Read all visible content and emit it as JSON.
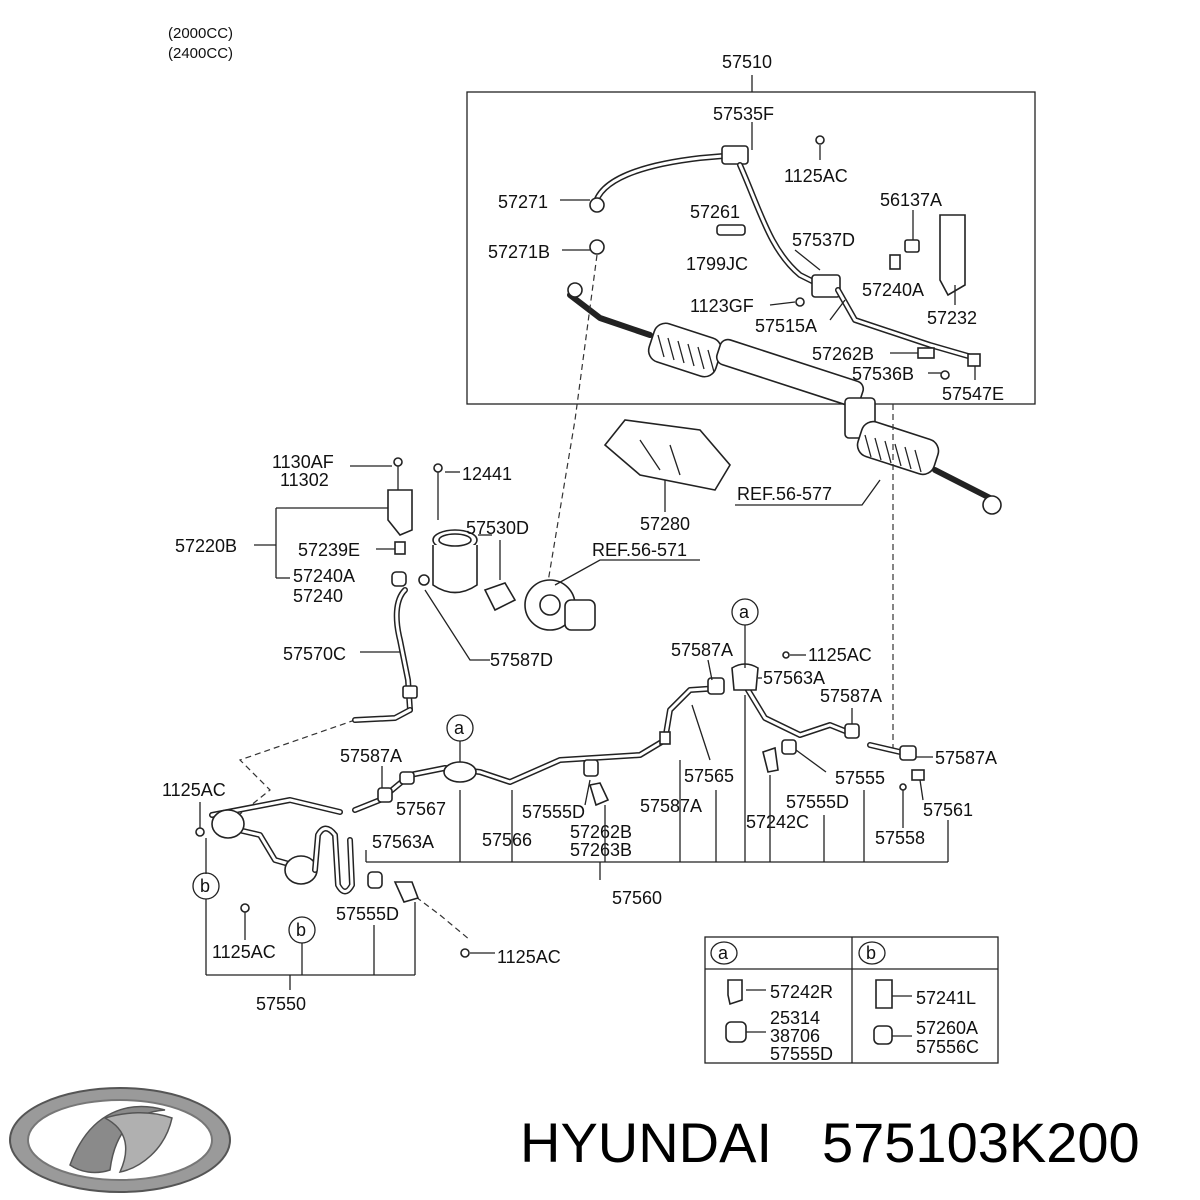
{
  "engine_notes": [
    "(2000CC)",
    "(2400CC)"
  ],
  "brand": {
    "name": "HYUNDAI",
    "part_number": "575103K200"
  },
  "labels": {
    "p57510": "57510",
    "p57535F": "57535F",
    "p1125AC_top": "1125AC",
    "p57271": "57271",
    "p57271B": "57271B",
    "p57261": "57261",
    "p1799JC": "1799JC",
    "p57537D": "57537D",
    "p56137A": "56137A",
    "p57240A_top": "57240A",
    "p1123GF": "1123GF",
    "p57515A": "57515A",
    "p57232": "57232",
    "p57262B_top": "57262B",
    "p57536B": "57536B",
    "p57547E": "57547E",
    "p1130AF": "1130AF",
    "p11302": "11302",
    "p12441": "12441",
    "p57220B": "57220B",
    "p57239E": "57239E",
    "p57240A": "57240A",
    "p57240": "57240",
    "p57530D": "57530D",
    "p57280": "57280",
    "ref56577": "REF.56-577",
    "ref56571": "REF.56-571",
    "p57570C": "57570C",
    "p57587D": "57587D",
    "p57587A_a": "57587A",
    "p1125AC_mid": "1125AC",
    "p57563A_top": "57563A",
    "p57587A_b": "57587A",
    "p57587A_c": "57587A",
    "p57587A_d": "57587A",
    "p1125AC_left": "1125AC",
    "p57567": "57567",
    "p57565": "57565",
    "p57555": "57555",
    "p57555D_mid": "57555D",
    "p57555D_a": "57555D",
    "p57561": "57561",
    "p57587A_e": "57587A",
    "p57242C": "57242C",
    "p57558": "57558",
    "p57563A_bot": "57563A",
    "p57566": "57566",
    "p57262B_bot": "57262B",
    "p57263B": "57263B",
    "p57560": "57560",
    "p57555D_low": "57555D",
    "p1125AC_low": "1125AC",
    "p1125AC_right": "1125AC",
    "p57550": "57550"
  },
  "markers": {
    "a": "a",
    "b": "b"
  },
  "legend": {
    "a": {
      "key": "a",
      "items": [
        "57242R",
        "25314",
        "38706",
        "57555D"
      ]
    },
    "b": {
      "key": "b",
      "items": [
        "57241L",
        "57260A",
        "57556C"
      ]
    }
  }
}
